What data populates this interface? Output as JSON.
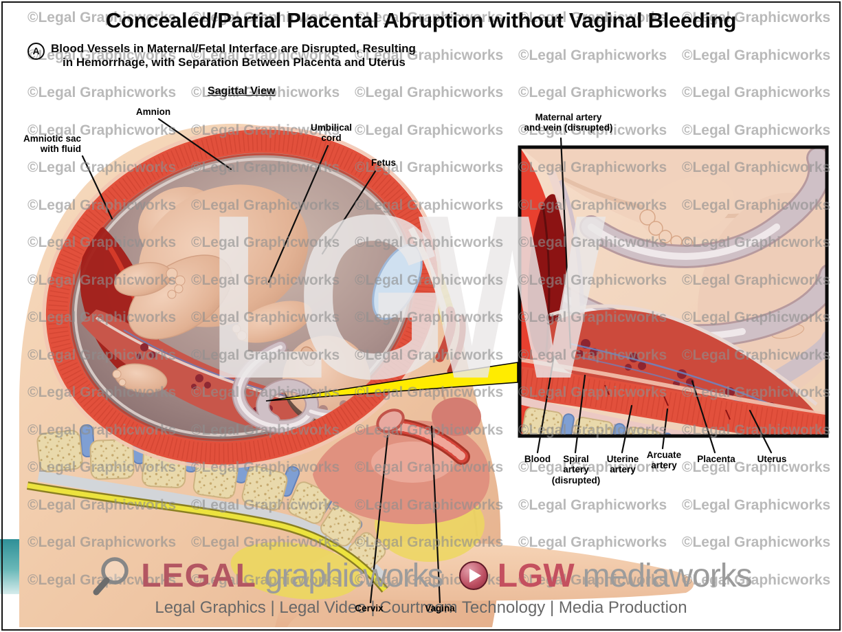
{
  "header": {
    "title": "Concealed/Partial Placental Abruption without Vaginal Bleeding",
    "marker": "A",
    "subtitle_line1": "Blood Vessels in Maternal/Fetal Interface are Disrupted, Resulting",
    "subtitle_line2": "in Hemorrhage, with Separation Between Placenta and Uterus",
    "view_heading": "Sagittal View"
  },
  "labels": {
    "amnion": "Amnion",
    "amniotic_sac": "Amniotic sac\nwith fluid",
    "umbilical_cord": "Umbilical\ncord",
    "fetus": "Fetus",
    "cervix": "Cervix",
    "vagina": "Vagina"
  },
  "inset_labels": {
    "maternal_vessels": "Maternal artery\nand vein (disrupted)",
    "blood": "Blood",
    "spiral_artery": "Spiral\nartery\n(disrupted)",
    "uterine_artery": "Uterine\nartery",
    "arcuate_artery": "Arcuate\nartery",
    "placenta": "Placenta",
    "uterus": "Uterus"
  },
  "watermark": {
    "tile_text": "©Legal Graphicworks",
    "center_text": "LGW"
  },
  "footer": {
    "brand1_bold": "LEGAL",
    "brand1_rest": "graphicworks",
    "brand2_bold": "LGW",
    "brand2_rest": "mediaworks",
    "tagline": "Legal Graphics | Legal Video | Courtroom Technology | Media Production"
  },
  "colors": {
    "uterus_red": "#e2503c",
    "hemorrhage_dark": "#8c1313",
    "beam_yellow": "#ffec00",
    "teal_band": "#2f9097",
    "fat_yellow": "#ecd75f",
    "bone_tan": "#e9d9ab",
    "disc_blue": "#7f9fd3",
    "brand_red": "#c4505f",
    "watermark_gray": "#8f8f8f"
  }
}
